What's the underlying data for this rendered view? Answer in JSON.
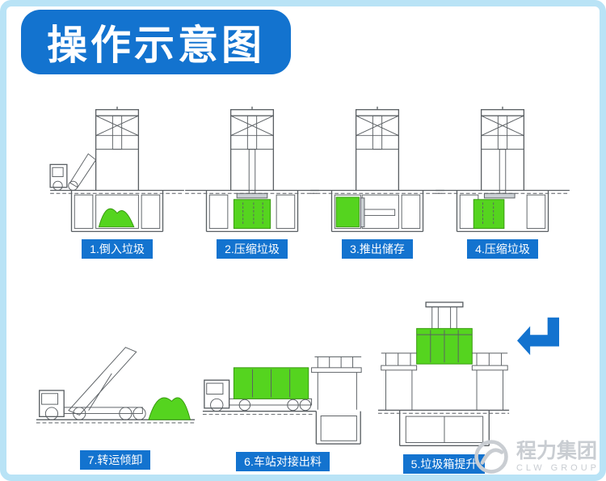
{
  "page": {
    "title": "操作示意图"
  },
  "colors": {
    "accent_blue": "#1373cf",
    "frame_blue": "#b9e3f6",
    "garbage_green": "#55d41f",
    "watermark_gray": "#c9cdd2"
  },
  "steps": [
    {
      "label": "1.倒入垃圾"
    },
    {
      "label": "2.压缩垃圾"
    },
    {
      "label": "3.推出储存"
    },
    {
      "label": "4.压缩垃圾"
    },
    {
      "label": "7.转运倾卸"
    },
    {
      "label": "6.车站对接出料"
    },
    {
      "label": "5.垃圾箱提升"
    }
  ],
  "watermark": {
    "name": "程力集团",
    "subtitle": "CLW GROUP"
  }
}
